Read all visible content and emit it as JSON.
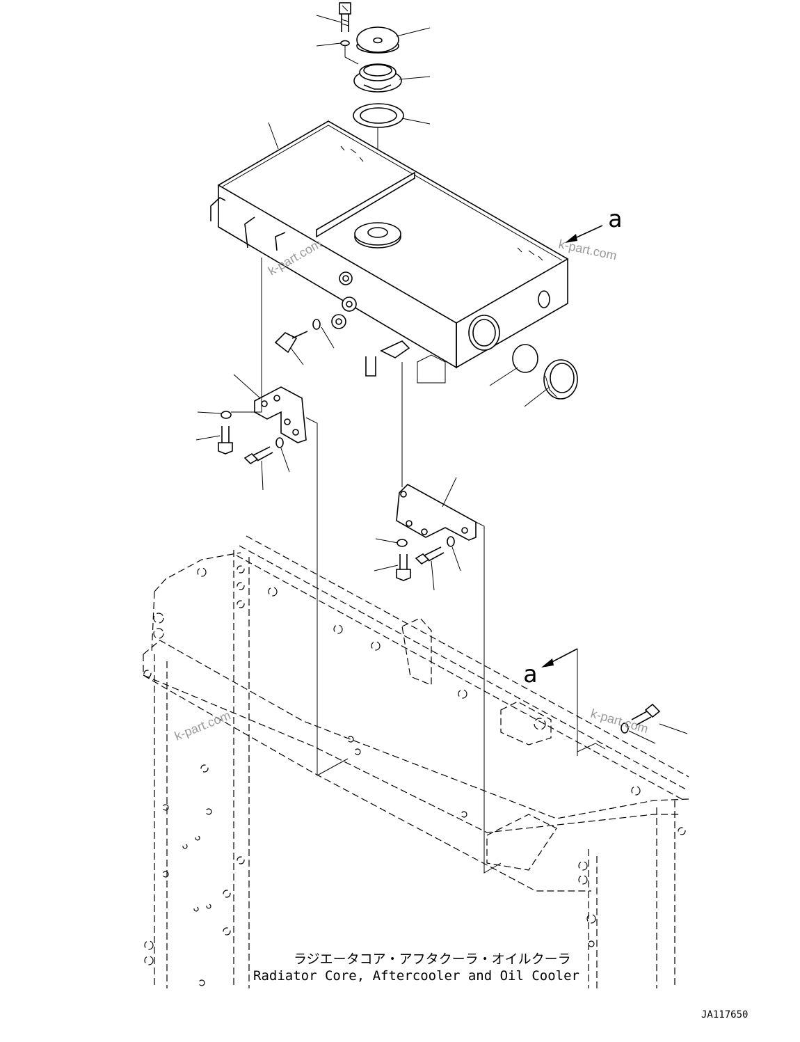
{
  "diagram": {
    "view_label_top": "a",
    "view_label_bottom": "a",
    "caption_jp": "ラジエータコア・アフタクーラ・オイルクーラ",
    "caption_en": "Radiator Core, Aftercooler and Oil Cooler",
    "figure_code": "JA117650",
    "watermarks": [
      "k-part.com",
      "k-part.com",
      "k-part.com",
      "k-part.com"
    ]
  }
}
